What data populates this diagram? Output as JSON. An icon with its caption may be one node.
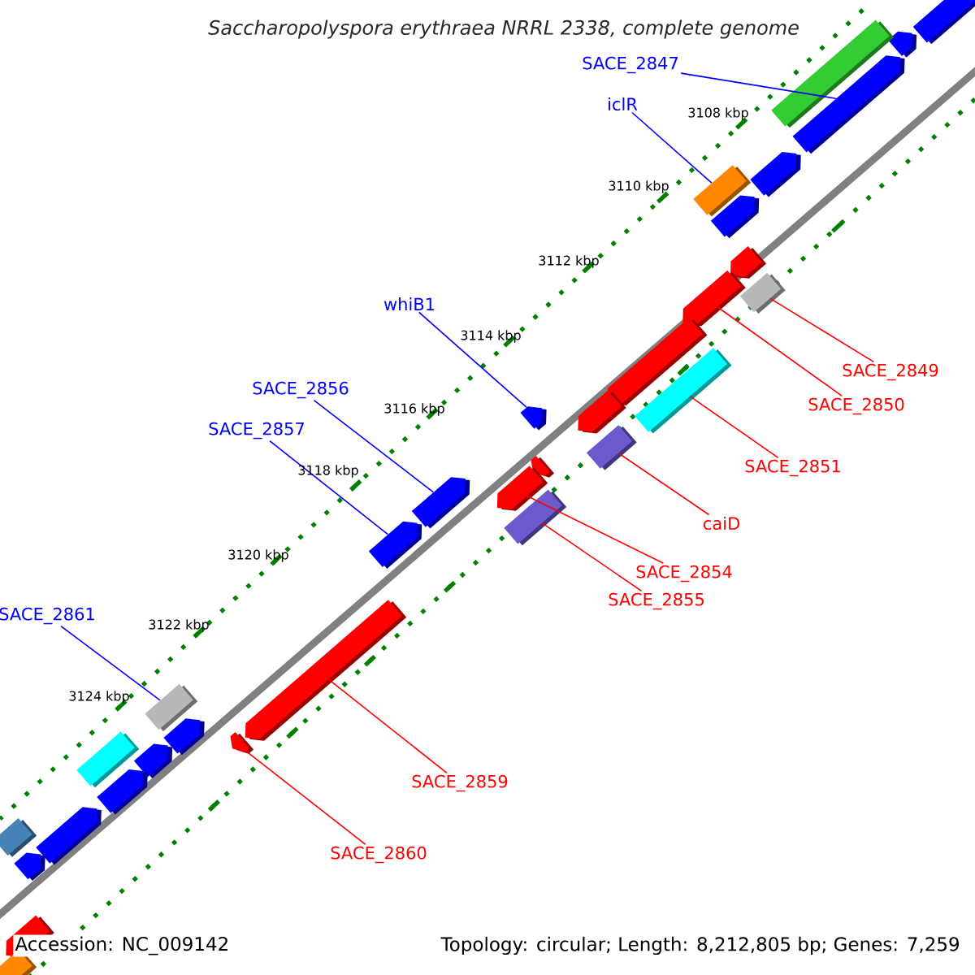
{
  "diagram": {
    "title": "Saccharopolyspora erythraea NRRL 2338, complete genome",
    "nodes": [
      {
        "text": [
          "SACE_2847"
        ]
      },
      {
        "text": [
          "iclR"
        ]
      },
      {
        "text": [
          "whiB1"
        ]
      },
      {
        "text": [
          "SACE_2849"
        ]
      },
      {
        "text": [
          "SACE_2856"
        ]
      },
      {
        "text": [
          "SACE_2850"
        ]
      },
      {
        "text": [
          "SACE_2857"
        ]
      },
      {
        "text": [
          "SACE_2851"
        ]
      },
      {
        "text": [
          "caiD"
        ]
      },
      {
        "text": [
          "SACE_2854"
        ]
      },
      {
        "text": [
          "SACE_2855"
        ]
      },
      {
        "text": [
          "SACE_2861"
        ]
      },
      {
        "text": [
          "SACE_2859"
        ]
      },
      {
        "text": [
          "SACE_2860"
        ]
      },
      {
        "text": [],
        "shape": "arrow"
      },
      {
        "text": [],
        "shape": "arrow"
      },
      {
        "text": [],
        "shape": "box"
      },
      {
        "text": [],
        "shape": "arrow"
      },
      {
        "text": [],
        "shape": "arrow"
      },
      {
        "text": [],
        "shape": "box"
      },
      {
        "text": [],
        "shape": "arrow"
      },
      {
        "text": [],
        "shape": "arrow"
      },
      {
        "text": [],
        "shape": "box"
      },
      {
        "text": [],
        "shape": "arrow"
      },
      {
        "text": [],
        "shape": "arrow"
      },
      {
        "text": [],
        "shape": "box"
      },
      {
        "text": [],
        "shape": "arrow"
      },
      {
        "text": [],
        "shape": "arrow"
      },
      {
        "text": [],
        "shape": "box"
      },
      {
        "text": [],
        "shape": "arrow"
      },
      {
        "text": [],
        "shape": "arrow"
      },
      {
        "text": [],
        "shape": "arrow"
      },
      {
        "text": [],
        "shape": "box"
      },
      {
        "text": [],
        "shape": "arrow"
      },
      {
        "text": [],
        "shape": "arrow"
      },
      {
        "text": [],
        "shape": "box"
      },
      {
        "text": [],
        "shape": "arrow"
      },
      {
        "text": [],
        "shape": "arrow"
      },
      {
        "text": [],
        "shape": "box"
      },
      {
        "text": [],
        "shape": "arrow"
      },
      {
        "text": [],
        "shape": "arrow"
      },
      {
        "text": [],
        "shape": "box"
      },
      {
        "text": [],
        "shape": "arrow"
      },
      {
        "text": [],
        "shape": "arrow"
      },
      {
        "text": [],
        "shape": "arrow"
      },
      {
        "text": [],
        "shape": "box"
      }
    ],
    "edges": [
      {
        "from": 0,
        "to": 17,
        "arrow": "none",
        "color": "#0000ff"
      },
      {
        "from": 1,
        "to": 19,
        "arrow": "none",
        "color": "#0000ff"
      },
      {
        "from": 2,
        "to": 26,
        "arrow": "none",
        "color": "#0000ff"
      },
      {
        "from": 3,
        "to": 22,
        "arrow": "none"
      },
      {
        "from": 4,
        "to": 30,
        "arrow": "none",
        "color": "#0000ff"
      },
      {
        "from": 5,
        "to": 23,
        "arrow": "none"
      },
      {
        "from": 6,
        "to": 33,
        "arrow": "none",
        "color": "#0000ff"
      },
      {
        "from": 7,
        "to": 25,
        "arrow": "none"
      },
      {
        "from": 8,
        "to": 28,
        "arrow": "none"
      },
      {
        "from": 9,
        "to": 31,
        "arrow": "none"
      },
      {
        "from": 10,
        "to": 32,
        "arrow": "none"
      },
      {
        "from": 11,
        "to": 35,
        "arrow": "none",
        "color": "#0000ff"
      },
      {
        "from": 12,
        "to": 34,
        "arrow": "none"
      },
      {
        "from": 13,
        "to": 37,
        "arrow": "none"
      }
    ],
    "labels": [
      "3108 kbp",
      "3110 kbp",
      "3112 kbp",
      "3114 kbp",
      "3116 kbp",
      "3118 kbp",
      "3120 kbp",
      "3122 kbp",
      "3124 kbp",
      "Accession: NC_009142",
      "Topology: circular; Length: 8,212,805 bp; Genes: 7,259"
    ]
  }
}
